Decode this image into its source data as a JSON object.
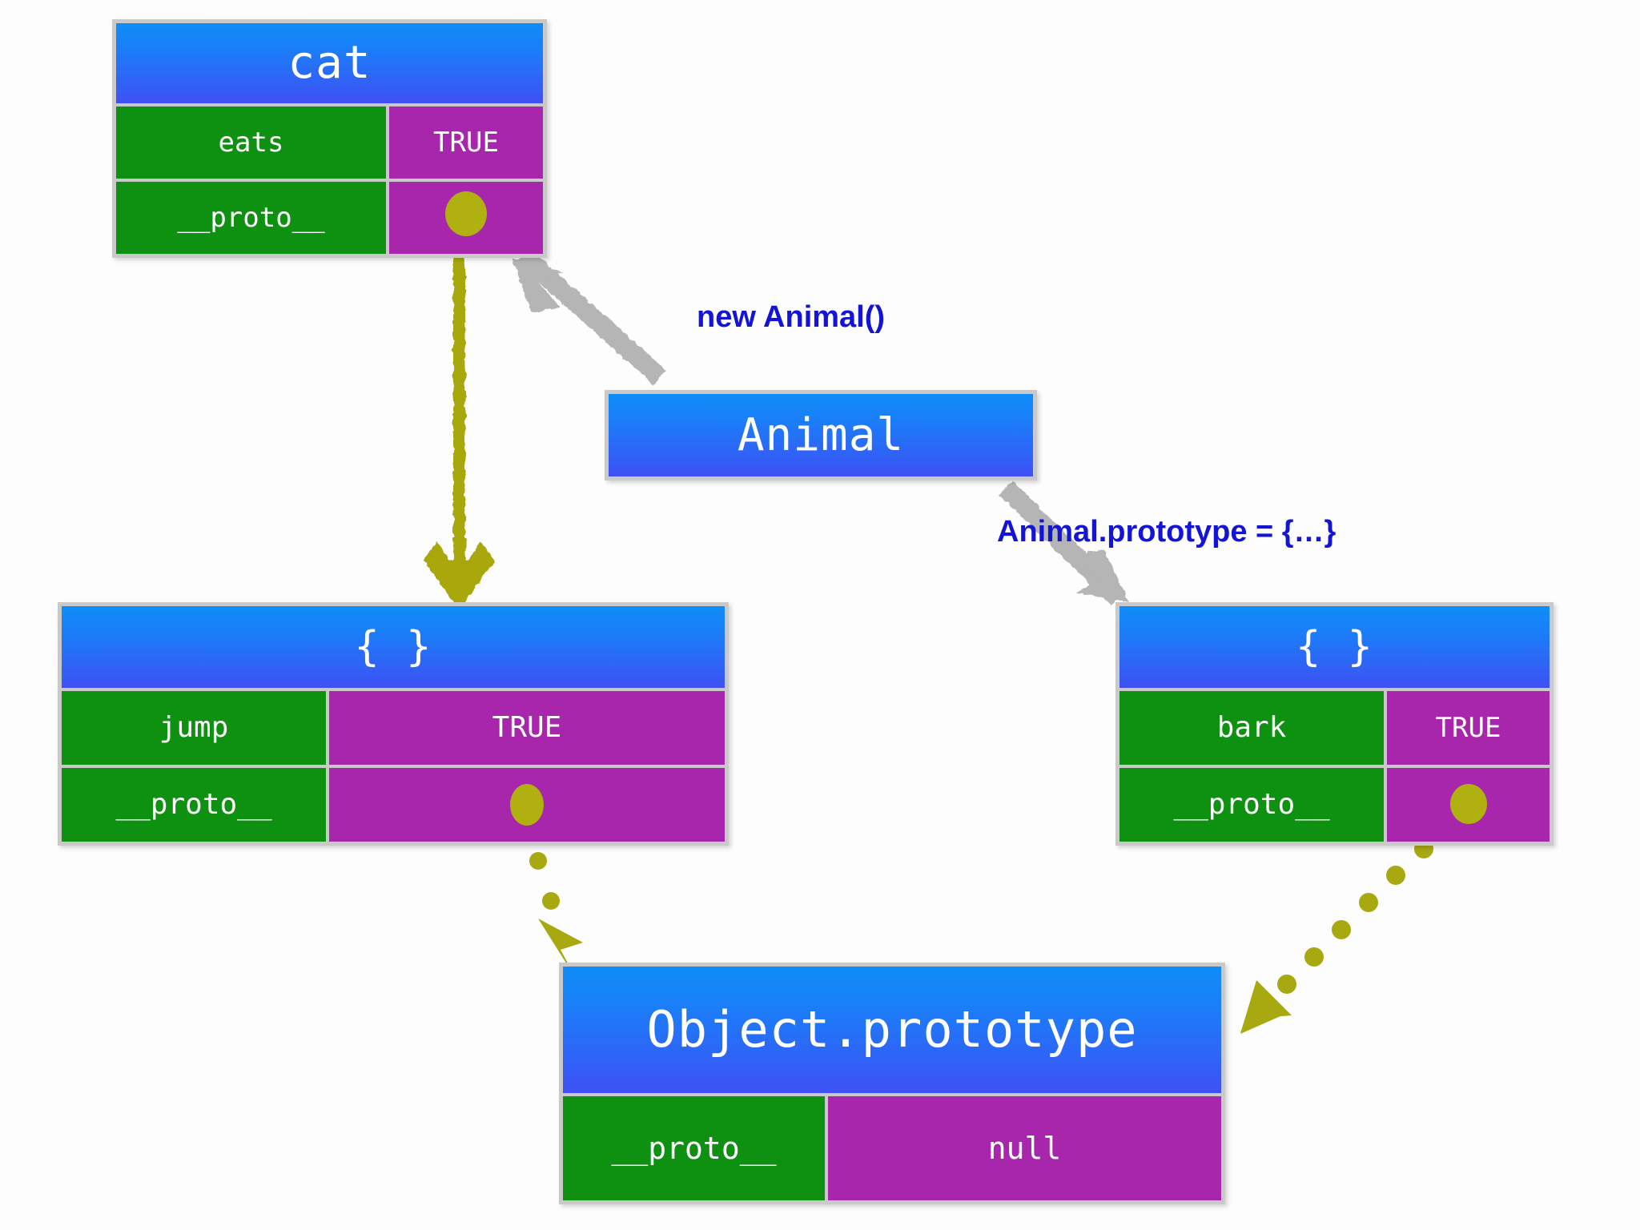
{
  "diagram": {
    "title": "JavaScript prototype chain",
    "background": "#ffffff",
    "colors": {
      "header_blue_top": "#0e8df7",
      "header_blue_bottom": "#4050f5",
      "key_green": "#0e9111",
      "value_magenta": "#a726ab",
      "reference_olive": "#b0b010",
      "arrow_gray": "#b5b5b5",
      "caption_blue": "#1414d6",
      "border_gray": "#c9c9c9"
    }
  },
  "boxes": {
    "cat": {
      "title": "cat",
      "rows": [
        {
          "key": "eats",
          "value": "TRUE",
          "value_kind": "text"
        },
        {
          "key": "__proto__",
          "value": "",
          "value_kind": "reference"
        }
      ]
    },
    "animal": {
      "title": "Animal",
      "rows": []
    },
    "animal_prototype": {
      "title": "{ }",
      "rows": [
        {
          "key": "jump",
          "value": "TRUE",
          "value_kind": "text"
        },
        {
          "key": "__proto__",
          "value": "",
          "value_kind": "reference"
        }
      ]
    },
    "animal_prototype_right": {
      "title": "{ }",
      "rows": [
        {
          "key": "bark",
          "value": "TRUE",
          "value_kind": "text"
        },
        {
          "key": "__proto__",
          "value": "",
          "value_kind": "reference"
        }
      ]
    },
    "object_prototype": {
      "title": "Object.prototype",
      "rows": [
        {
          "key": "__proto__",
          "value": "null",
          "value_kind": "text"
        }
      ]
    }
  },
  "captions": {
    "new_animal": "new Animal()",
    "animal_prototype_assign": "Animal.prototype = {…}"
  },
  "arrows": [
    {
      "name": "cat-proto-to-left-prototype",
      "style": "solid",
      "color": "#a8a811",
      "from": "cat.__proto__",
      "to": "animal_prototype"
    },
    {
      "name": "animal-to-cat",
      "style": "solid",
      "color": "#b5b5b5",
      "from": "animal",
      "to": "cat"
    },
    {
      "name": "animal-to-right-prototype",
      "style": "solid",
      "color": "#b5b5b5",
      "from": "animal",
      "to": "animal_prototype_right"
    },
    {
      "name": "left-prototype-to-object-prototype",
      "style": "dotted",
      "color": "#a8a811",
      "from": "animal_prototype.__proto__",
      "to": "object_prototype"
    },
    {
      "name": "right-prototype-to-object-prototype",
      "style": "dotted",
      "color": "#a8a811",
      "from": "animal_prototype_right.__proto__",
      "to": "object_prototype"
    }
  ]
}
